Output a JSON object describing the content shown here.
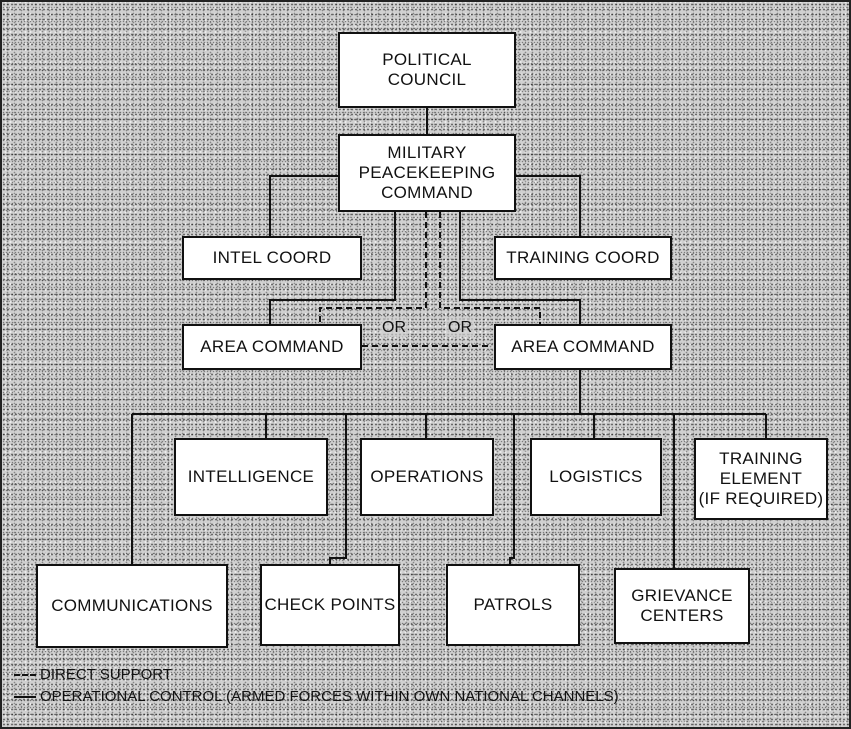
{
  "nodes": {
    "political_council": "POLITICAL\nCOUNCIL",
    "military_command": "MILITARY\nPEACEKEEPING\nCOMMAND",
    "intel_coord": "INTEL COORD",
    "training_coord": "TRAINING COORD",
    "area_command_left": "AREA COMMAND",
    "area_command_right": "AREA COMMAND",
    "intelligence": "INTELLIGENCE",
    "operations": "OPERATIONS",
    "logistics": "LOGISTICS",
    "training_element": "TRAINING\nELEMENT\n(IF REQUIRED)",
    "communications": "COMMUNICATIONS",
    "check_points": "CHECK POINTS",
    "patrols": "PATROLS",
    "grievance_centers": "GRIEVANCE\nCENTERS"
  },
  "or_labels": [
    "OR",
    "OR"
  ],
  "legend": {
    "direct_support": "DIRECT SUPPORT",
    "operational_control": "OPERATIONAL CONTROL (ARMED FORCES WITHIN OWN NATIONAL CHANNELS)"
  }
}
